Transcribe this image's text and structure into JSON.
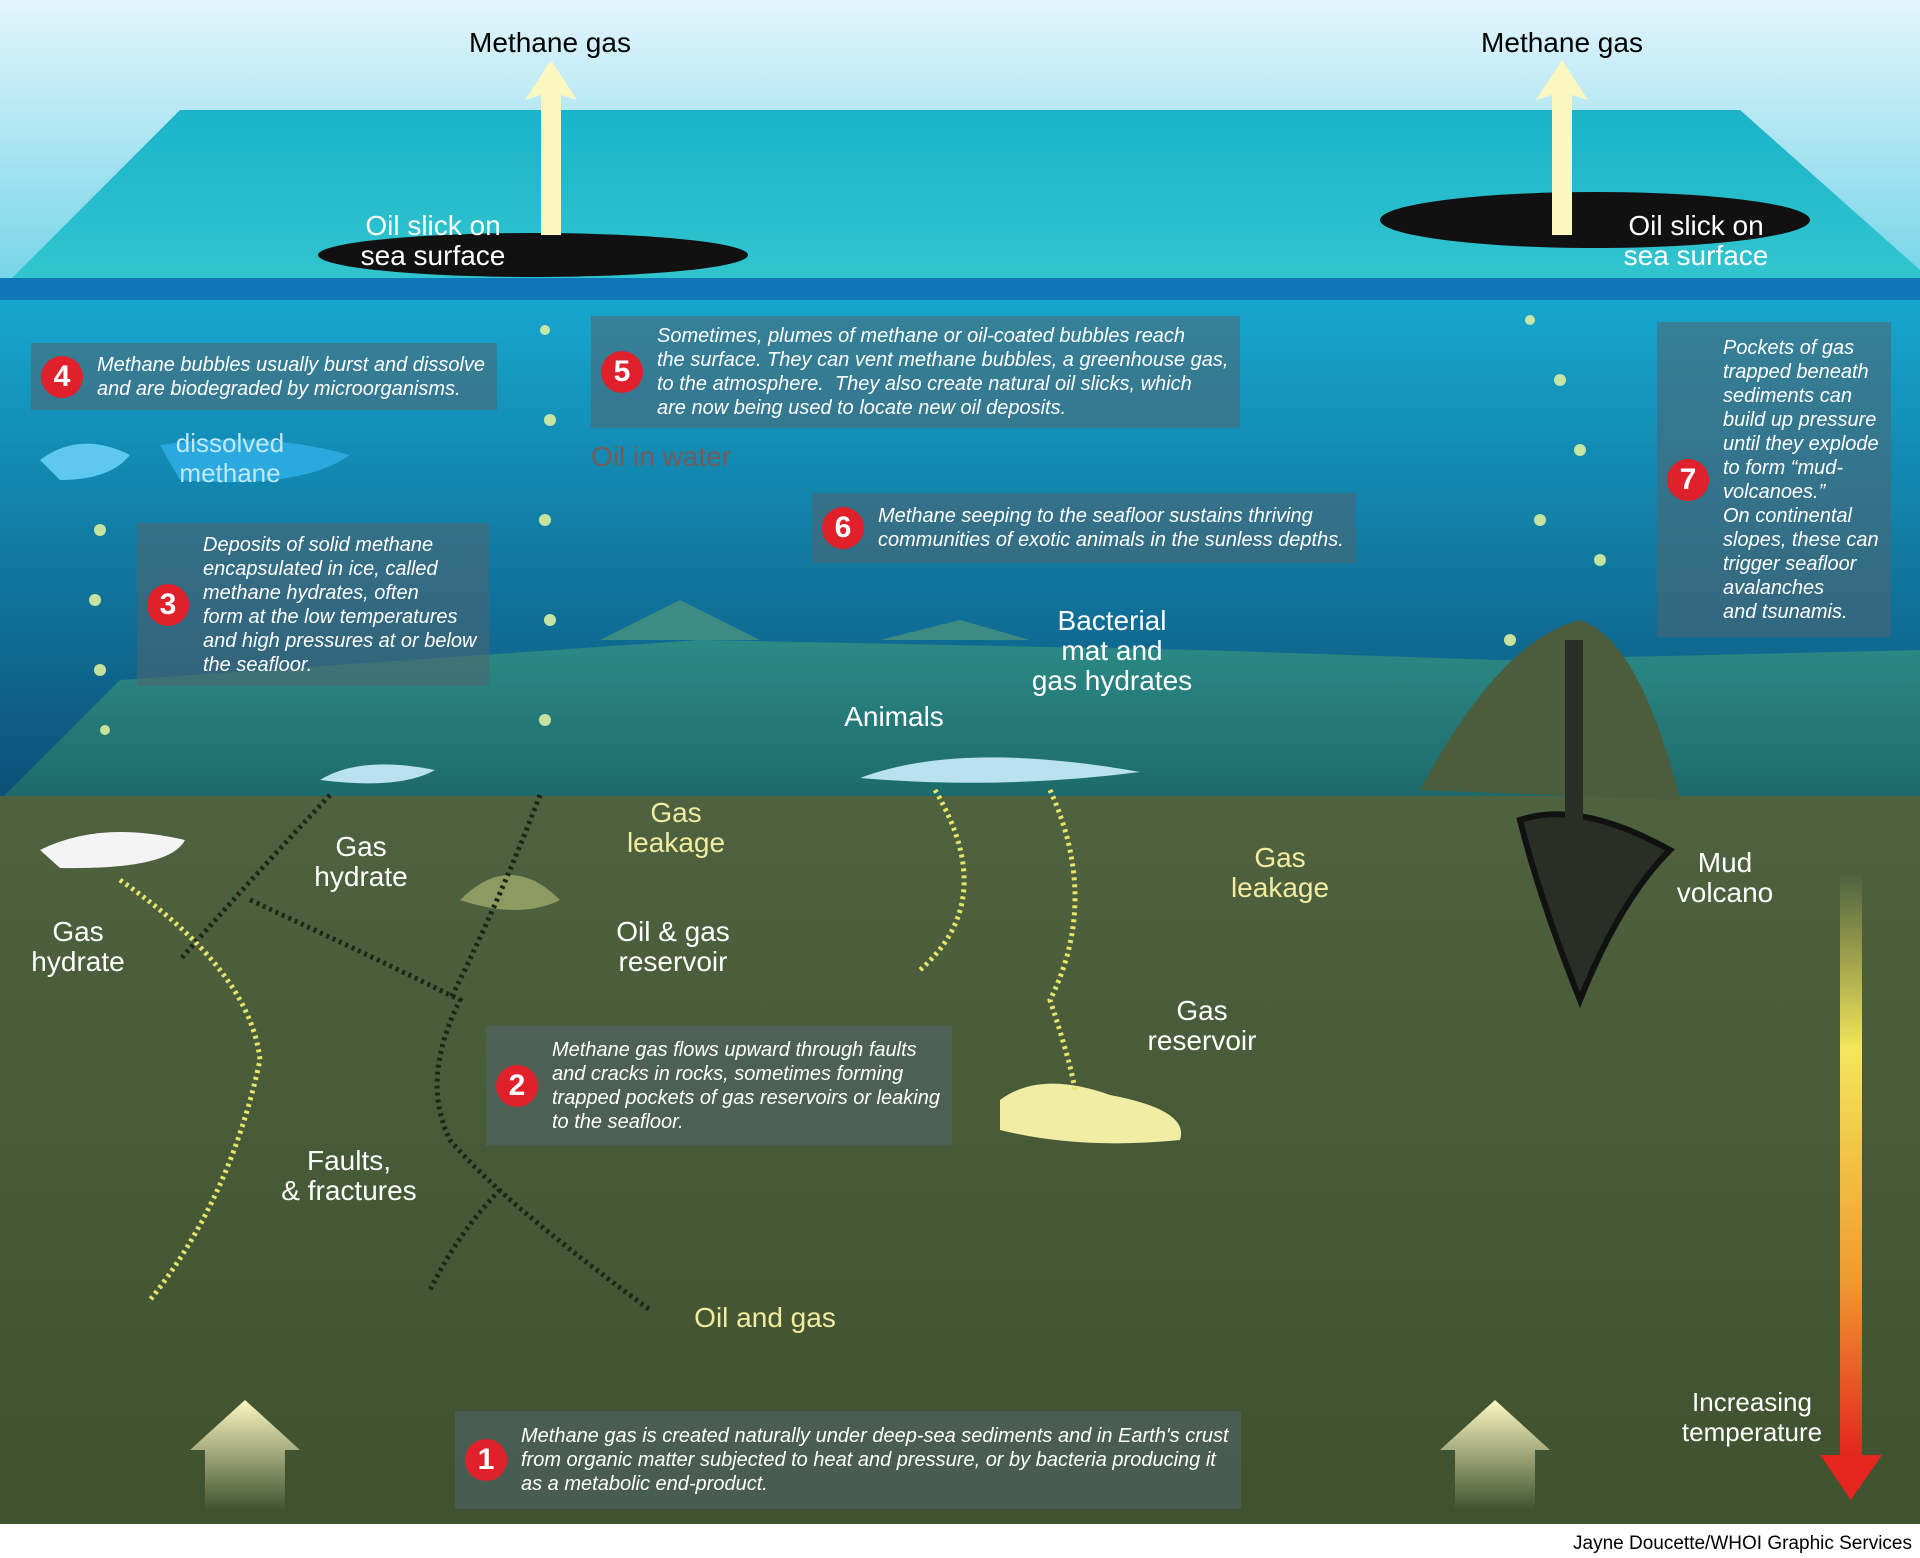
{
  "labels": {
    "methane_gas_left": "Methane gas",
    "methane_gas_right": "Methane gas",
    "oil_slick_left": "Oil slick on\nsea surface",
    "oil_slick_right": "Oil slick on\nsea surface",
    "dissolved_methane": "dissolved\nmethane",
    "oil_in_water": "Oil in water",
    "bacterial_mat": "Bacterial\nmat and\ngas hydrates",
    "animals": "Animals",
    "gas_hydrate_mid": "Gas\nhydrate",
    "gas_hydrate_left": "Gas\nhydrate",
    "oil_gas_reservoir": "Oil & gas\nreservoir",
    "gas_leakage_left": "Gas\nleakage",
    "gas_leakage_right": "Gas\nleakage",
    "mud_volcano": "Mud\nvolcano",
    "gas_reservoir": "Gas\nreservoir",
    "faults": "Faults,\n& fractures",
    "oil_and_gas": "Oil and gas",
    "increasing_temperature": "Increasing\ntemperature"
  },
  "callouts": [
    {
      "num": "1",
      "text": "Methane gas is created naturally under deep-sea sediments and in Earth's crust\nfrom organic matter subjected to heat and pressure, or by bacteria producing it\nas a metabolic end-product."
    },
    {
      "num": "2",
      "text": "Methane gas flows upward through faults\nand cracks in rocks, sometimes forming\ntrapped pockets of gas reservoirs or leaking\nto the seafloor."
    },
    {
      "num": "3",
      "text": "Deposits of solid methane\nencapsulated in ice, called\nmethane hydrates, often\nform at the low temperatures\nand high pressures at or below\nthe seafloor."
    },
    {
      "num": "4",
      "text": "Methane bubbles usually burst and dissolve\nand are biodegraded by microorganisms."
    },
    {
      "num": "5",
      "text": "Sometimes, plumes of methane or oil-coated bubbles reach\nthe surface. They can vent methane bubbles, a greenhouse gas,\nto the atmosphere.  They also create natural oil slicks, which\nare now being used to locate new oil deposits."
    },
    {
      "num": "6",
      "text": "Methane seeping to the seafloor sustains thriving\ncommunities of exotic animals in the sunless depths."
    },
    {
      "num": "7",
      "text": "Pockets of gas\ntrapped beneath\nsediments can\nbuild up pressure\nuntil they explode\nto form “mud-\nvolcanoes.”\nOn continental\nslopes, these can\ntrigger seafloor\navalanches\nand tsunamis."
    }
  ],
  "credit": "Jayne Doucette/WHOI Graphic Services",
  "colors": {
    "badge": "#e0202a",
    "sky": "#d8f1fb",
    "sea": "#1fb9cc",
    "deep": "#0d5f86",
    "sediment": "#4c5e3c"
  }
}
